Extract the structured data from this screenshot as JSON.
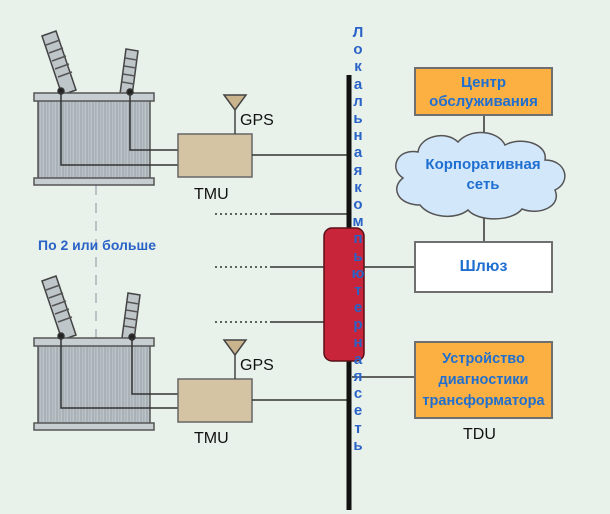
{
  "diagram": {
    "vertical_bus_label": "Локальная компьютерная сеть",
    "service_center": "Центр обслуживания",
    "corporate_network": "Корпоративная сеть",
    "gateway": "Шлюз",
    "diagnostic_device": "Устройство диагностики трансформатора",
    "tdu_label": "TDU",
    "gps_label_top": "GPS",
    "gps_label_bottom": "GPS",
    "tmu_label_top": "TMU",
    "tmu_label_bottom": "TMU",
    "multiplicity_label": "По 2 или больше"
  },
  "colors": {
    "background": "#e8f1ea",
    "accent_orange": "#fcb042",
    "text_blue": "#1f6fd1",
    "router_red": "#c8243a",
    "tank_gray": "#bcc3c8"
  }
}
